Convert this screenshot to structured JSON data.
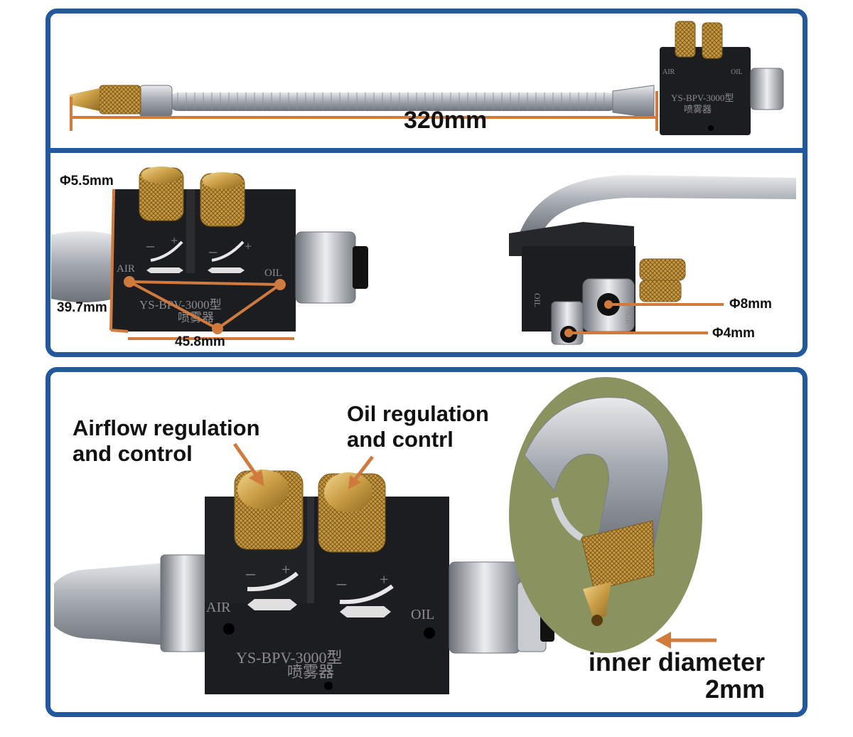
{
  "colors": {
    "frame": "#23589c",
    "dimension": "#d07a3e",
    "block": "#1c1d20",
    "brass": "#c9a24c",
    "chrome": "#b8bcc2",
    "halo": "#8a9360"
  },
  "panel1": {
    "length_label": "320mm",
    "block_model": "YS-BPV-3000型",
    "block_name": "喷雾器",
    "port_air": "AIR",
    "port_oil": "OIL"
  },
  "panel2": {
    "knob_diameter_label": "Φ5.5mm",
    "height_label": "39.7mm",
    "width_label": "45.8mm",
    "port_air": "AIR",
    "port_oil": "OIL",
    "block_model": "YS-BPV-3000型",
    "block_name": "喷雾器",
    "minus": "–",
    "plus": "+",
    "air_fitting_label": "Φ8mm",
    "oil_fitting_label": "Φ4mm",
    "side_port_oil": "OIL",
    "side_port_air": "AIR"
  },
  "panel3": {
    "airflow_label_line1": "Airflow regulation",
    "airflow_label_line2": "and control",
    "oil_label_line1": "Oil regulation",
    "oil_label_line2": "and contrl",
    "port_air": "AIR",
    "port_oil": "OIL",
    "block_model": "YS-BPV-3000型",
    "block_name": "喷雾器",
    "minus": "–",
    "plus": "+",
    "nozzle_label_line1": "inner diameter",
    "nozzle_label_line2": "2mm"
  }
}
